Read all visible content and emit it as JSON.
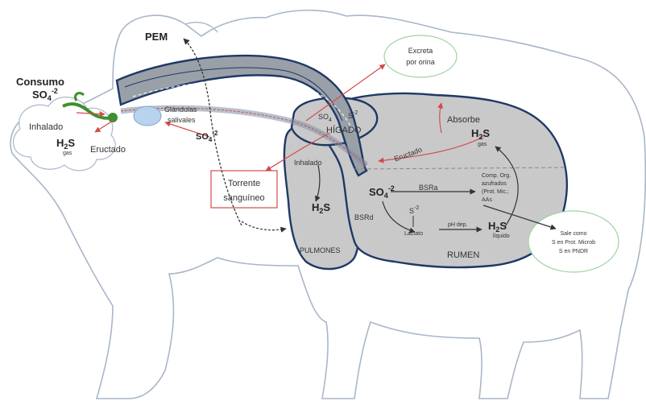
{
  "labels": {
    "pem": "PEM",
    "excreta_l1": "Excreta",
    "excreta_l2": "por orina",
    "consumo": "Consumo",
    "so4_consumo": "SO",
    "so4_consumo_sub": "4",
    "so4_consumo_sup": "-2",
    "inhalado_left": "Inhalado",
    "h2s_gas_left": "H",
    "h2s_gas_left_sub": "2",
    "h2s_gas_left_s": "S",
    "gas_left": "gas",
    "eructado_left": "Eructado",
    "glandulas_l1": "Glándulas",
    "glandulas_l2": "salivales",
    "so4_saliva": "SO",
    "so4_saliva_sub": "4",
    "so4_saliva_sup": "-2",
    "so4_higado": "SO",
    "so4_higado_sub": "4",
    "s2_higado": "S",
    "s2_higado_sup": "-2",
    "higado": "HÍGADO",
    "absorbe": "Absorbe",
    "h2s_gas_right": "H",
    "h2s_gas_right_sub": "2",
    "h2s_gas_right_s": "S",
    "gas_right": "gas",
    "eructado_right": "Eructado",
    "inhalado_lung": "Inhalado",
    "torrente_l1": "Torrente",
    "torrente_l2": "sanguíneo",
    "h2s_lung": "H",
    "h2s_lung_sub": "2",
    "h2s_lung_s": "S",
    "pulmones": "PULMONES",
    "so4_rumen": "SO",
    "so4_rumen_sub": "4",
    "so4_rumen_sup": "-2",
    "bsra": "BSRa",
    "comp_l1": "Comp. Org.",
    "comp_l2": "azufrados",
    "comp_l3": "(Prot. Mic.;",
    "comp_l4": "AAs",
    "bsrd": "BSRd",
    "s2_rumen": "S",
    "s2_rumen_sup": "-2",
    "lactato": "Lactato",
    "ph_dep": "pH dep.",
    "h2s_liq": "H",
    "h2s_liq_sub": "2",
    "h2s_liq_s": "S",
    "liquido": "líquido",
    "rumen": "RUMEN",
    "sale_l1": "Sale como",
    "sale_l2": "S en Prot. Microb",
    "sale_l3": "S en PNDR"
  },
  "colors": {
    "outline": "#a9b6c9",
    "organ_fill": "#c9c9c9",
    "organ_stroke": "#1f3866",
    "tube_fill": "#9aa0a8",
    "red_arrow": "#d44a4a",
    "green_pipe": "#3f8f2e",
    "blue_gland": "#b9d3ef",
    "bubble_stroke": "#9fd4a4"
  }
}
